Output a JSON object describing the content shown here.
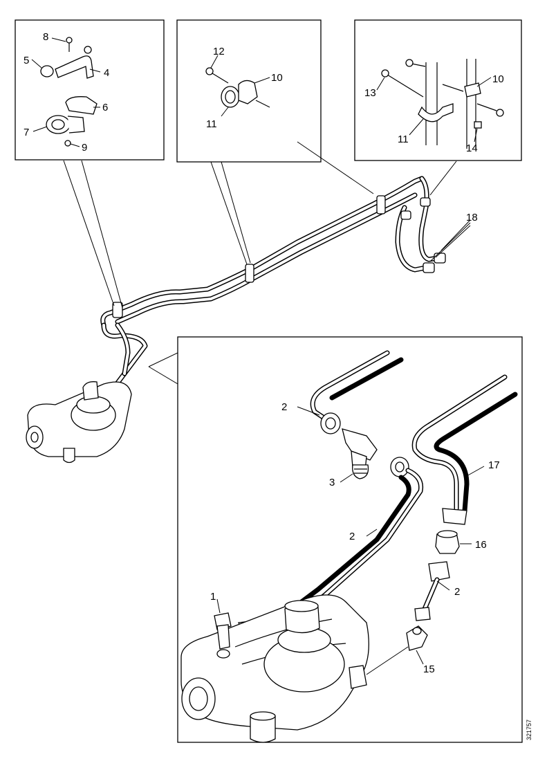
{
  "labels": {
    "l1": "1",
    "l2a": "2",
    "l2b": "2",
    "l2c": "2",
    "l3": "3",
    "l4": "4",
    "l5": "5",
    "l6": "6",
    "l7": "7",
    "l8": "8",
    "l9": "9",
    "l10a": "10",
    "l10b": "10",
    "l11a": "11",
    "l11b": "11",
    "l12": "12",
    "l13": "13",
    "l14": "14",
    "l15": "15",
    "l16": "16",
    "l17": "17",
    "l18": "18"
  },
  "reference": "321757"
}
